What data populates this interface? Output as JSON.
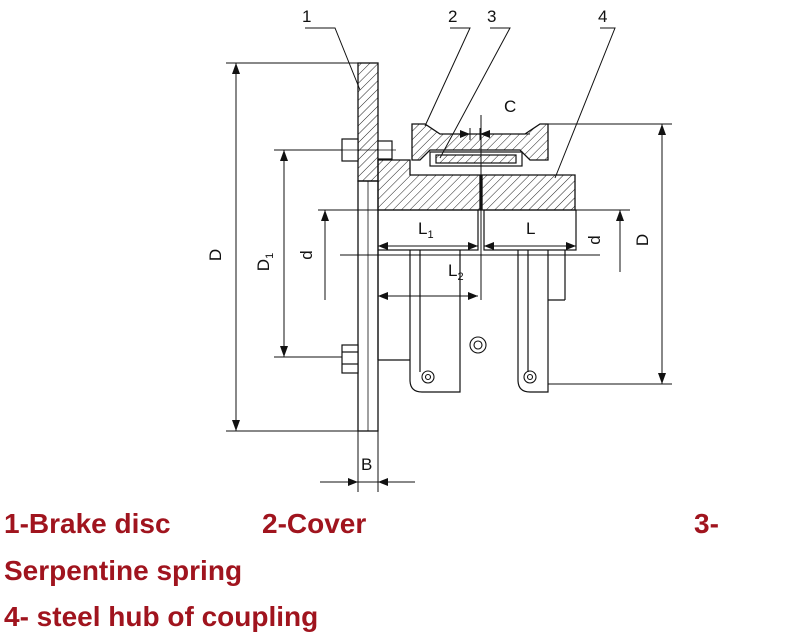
{
  "diagram": {
    "callouts": [
      "1",
      "2",
      "3",
      "4"
    ],
    "dimensions": {
      "C": "C",
      "D_left": "D",
      "D1_main": "D",
      "D1_sub": "1",
      "d_left": "d",
      "L1_main": "L",
      "L1_sub": "1",
      "L": "L",
      "L2_main": "L",
      "L2_sub": "2",
      "d_right": "d",
      "D_right": "D",
      "B": "B"
    }
  },
  "legend": {
    "item1": "1-Brake disc",
    "item2": "2-Cover",
    "item3a": "3-",
    "item3b": "Serpentine  spring",
    "item4": "4- steel  hub of coupling"
  },
  "colors": {
    "legend_text": "#a0141e",
    "line": "#111111"
  }
}
